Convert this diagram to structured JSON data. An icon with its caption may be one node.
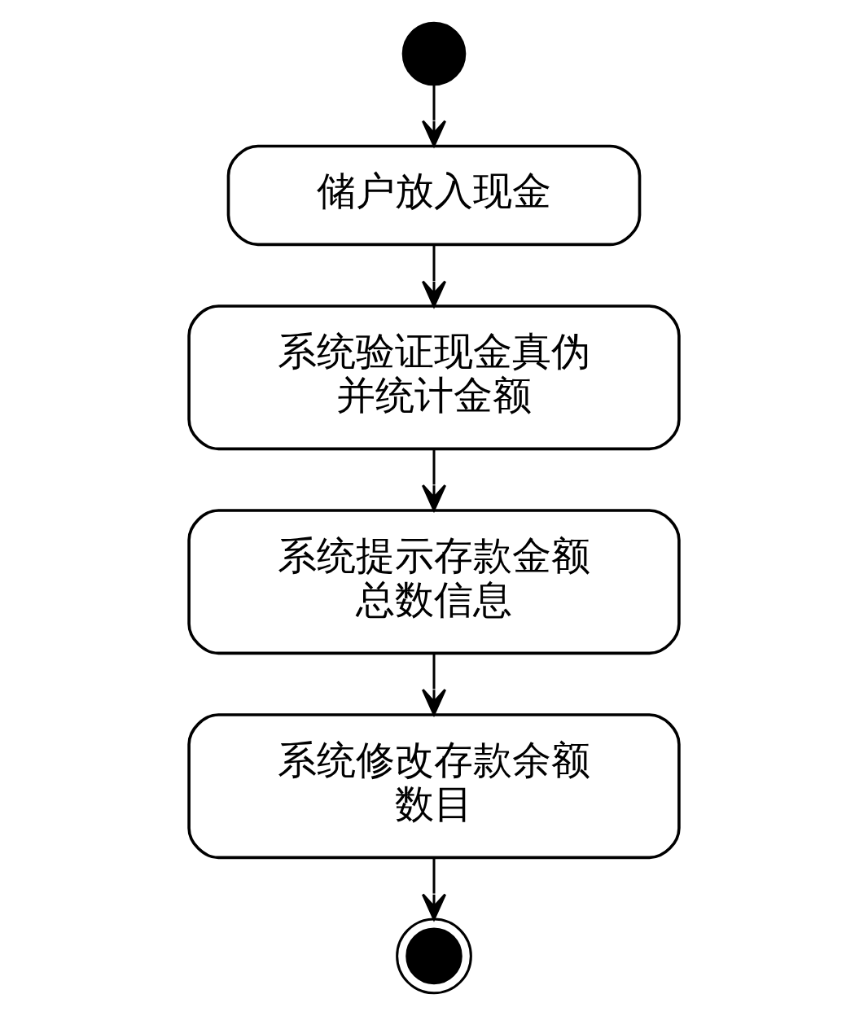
{
  "diagram": {
    "nodes": [
      {
        "text": [],
        "shape": "circle"
      },
      {
        "text": [
          "储户放入现金"
        ]
      },
      {
        "text": [
          "系统验证现金真伪并统计金额"
        ]
      },
      {
        "text": [
          "系统提示存款金额总数信息"
        ]
      },
      {
        "text": [
          "系统修改存款余额数目"
        ]
      },
      {
        "text": [],
        "shape": "circle"
      }
    ],
    "edges": [
      {
        "from": 0,
        "to": 1,
        "arrow": "to"
      },
      {
        "from": 1,
        "to": 2,
        "arrow": "to"
      },
      {
        "from": 2,
        "to": 3,
        "arrow": "to"
      },
      {
        "from": 3,
        "to": 4,
        "arrow": "to"
      },
      {
        "from": 4,
        "to": 5,
        "arrow": "to"
      }
    ]
  }
}
